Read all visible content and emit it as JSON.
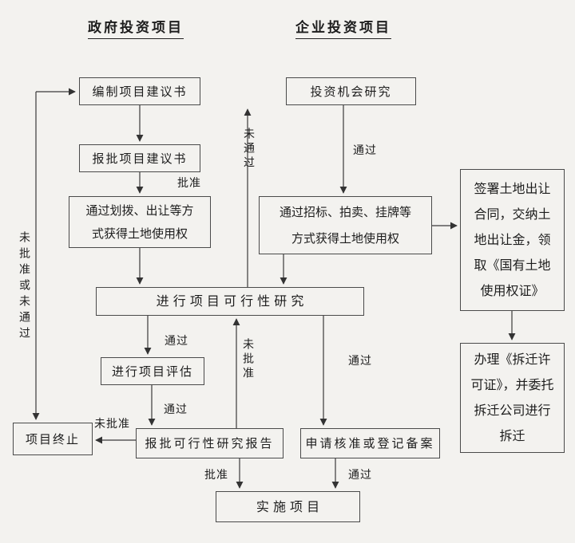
{
  "diagram": {
    "headers": {
      "government": "政府投资项目",
      "enterprise": "企业投资项目"
    },
    "boxes": {
      "prepare_proposal": "编制项目建议书",
      "submit_proposal": "报批项目建议书",
      "land_allocation": "通过划拨、出让等方\n式获得土地使用权",
      "opportunity_research": "投资机会研究",
      "land_bidding": "通过招标、拍卖、挂牌等\n方式获得土地使用权",
      "sign_contract": "签署土地出让\n合同，交纳土\n地出让金，领\n取《国有土地\n使用权证》",
      "feasibility_study": "进 行 项 目 可 行 性 研 究",
      "project_evaluation": "进行项目评估",
      "demolition": "办理《拆迁许\n可证》，并委托\n拆迁公司进行\n拆迁",
      "terminate": "项目终止",
      "report_approval": "报批可行性研究报告",
      "apply_registration": "申请核准或登记备案",
      "implement": "实 施 项 目"
    },
    "edge_labels": {
      "approved_to_land": "批准",
      "not_passed_return": "未通过",
      "passed_to_bidding": "通过",
      "passed_to_evaluation": "通过",
      "not_approved_return": "未批准",
      "passed_to_apply": "通过",
      "passed_to_report": "通过",
      "not_approved_terminate": "未批准",
      "approved_to_implement": "批准",
      "passed_to_implement": "通过",
      "not_approved_or_not_passed": "未批准或未通过"
    },
    "colors": {
      "background": "#f3f2ef",
      "line": "#3a3a3a",
      "text": "#1d1d1d"
    }
  }
}
